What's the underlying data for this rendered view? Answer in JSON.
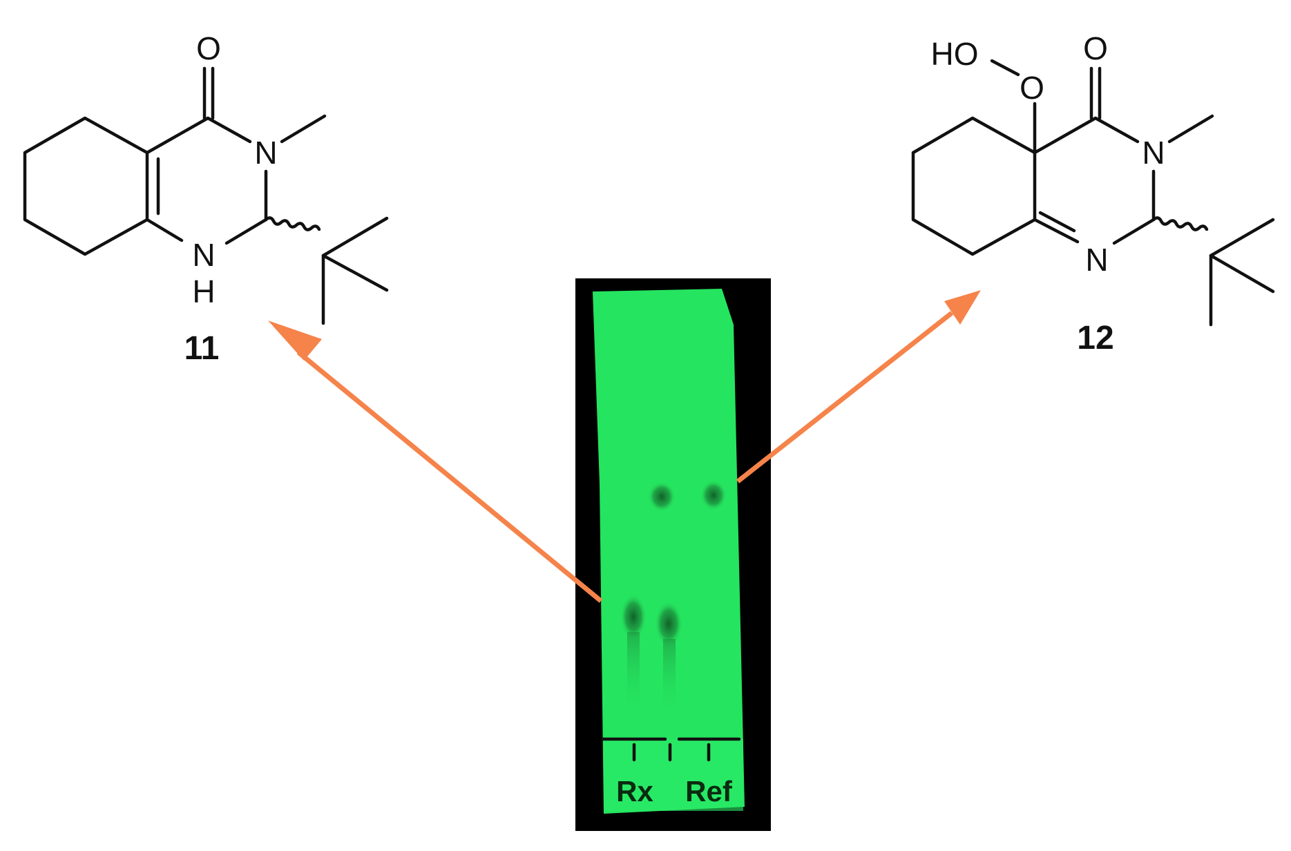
{
  "compounds": [
    {
      "number": "11",
      "atoms": {
        "carbonyl_o": "O",
        "n3": "N",
        "n1": "N",
        "n1_h": "H"
      }
    },
    {
      "number": "12",
      "atoms": {
        "hydroperoxy_ho": "HO",
        "peroxy_o": "O",
        "carbonyl_o": "O",
        "n3": "N",
        "n1": "N"
      }
    }
  ],
  "tlc_plate": {
    "lanes": [
      "Rx",
      "Ref"
    ],
    "colors": {
      "plate": "#25e45f",
      "background": "#000000",
      "spot": "#1a7a35"
    }
  },
  "colors": {
    "arrow": "#f5834a",
    "bond": "#111111"
  }
}
